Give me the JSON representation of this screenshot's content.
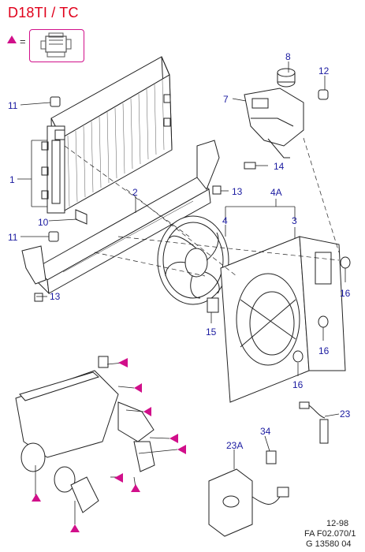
{
  "header": {
    "title": "D18TI / TC",
    "legend_sign": "="
  },
  "callouts": {
    "c1": "1",
    "c2": "2",
    "c3": "3",
    "c4": "4",
    "c4a": "4A",
    "c7": "7",
    "c8": "8",
    "c10": "10",
    "c11a": "11",
    "c11b": "11",
    "c12": "12",
    "c13a": "13",
    "c13b": "13",
    "c14": "14",
    "c15": "15",
    "c16a": "16",
    "c16b": "16",
    "c16c": "16",
    "c23": "23",
    "c23a": "23A",
    "c34": "34"
  },
  "footer": {
    "date": "12-98",
    "ref1": "FA F02.070/1",
    "ref2": "G 13580 04"
  },
  "colors": {
    "title": "#e0001b",
    "callout": "#1a1aa0",
    "marker": "#d10f8a"
  },
  "icons": [
    "triangle-marker-icon",
    "engine-pictogram-icon"
  ]
}
